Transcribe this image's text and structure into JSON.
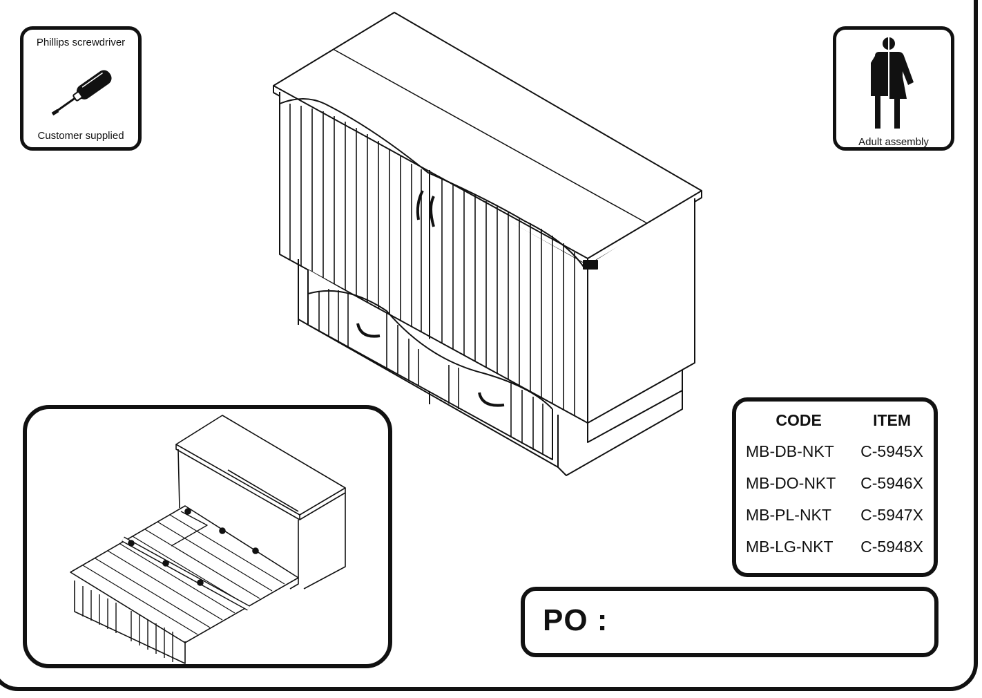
{
  "tool": {
    "title": "Phillips screwdriver",
    "note": "Customer supplied",
    "icon": "screwdriver-icon"
  },
  "assembly": {
    "label": "Adult assembly",
    "icon": "adult-figure-icon"
  },
  "code_table": {
    "headers": {
      "code": "CODE",
      "item": "ITEM"
    },
    "rows": [
      {
        "code": "MB-DB-NKT",
        "item": "C-5945X"
      },
      {
        "code": "MB-DO-NKT",
        "item": "C-5946X"
      },
      {
        "code": "MB-PL-NKT",
        "item": "C-5947X"
      },
      {
        "code": "MB-LG-NKT",
        "item": "C-5948X"
      }
    ]
  },
  "po": {
    "label": "PO :",
    "value": ""
  },
  "colors": {
    "ink": "#111111",
    "paper": "#ffffff"
  }
}
